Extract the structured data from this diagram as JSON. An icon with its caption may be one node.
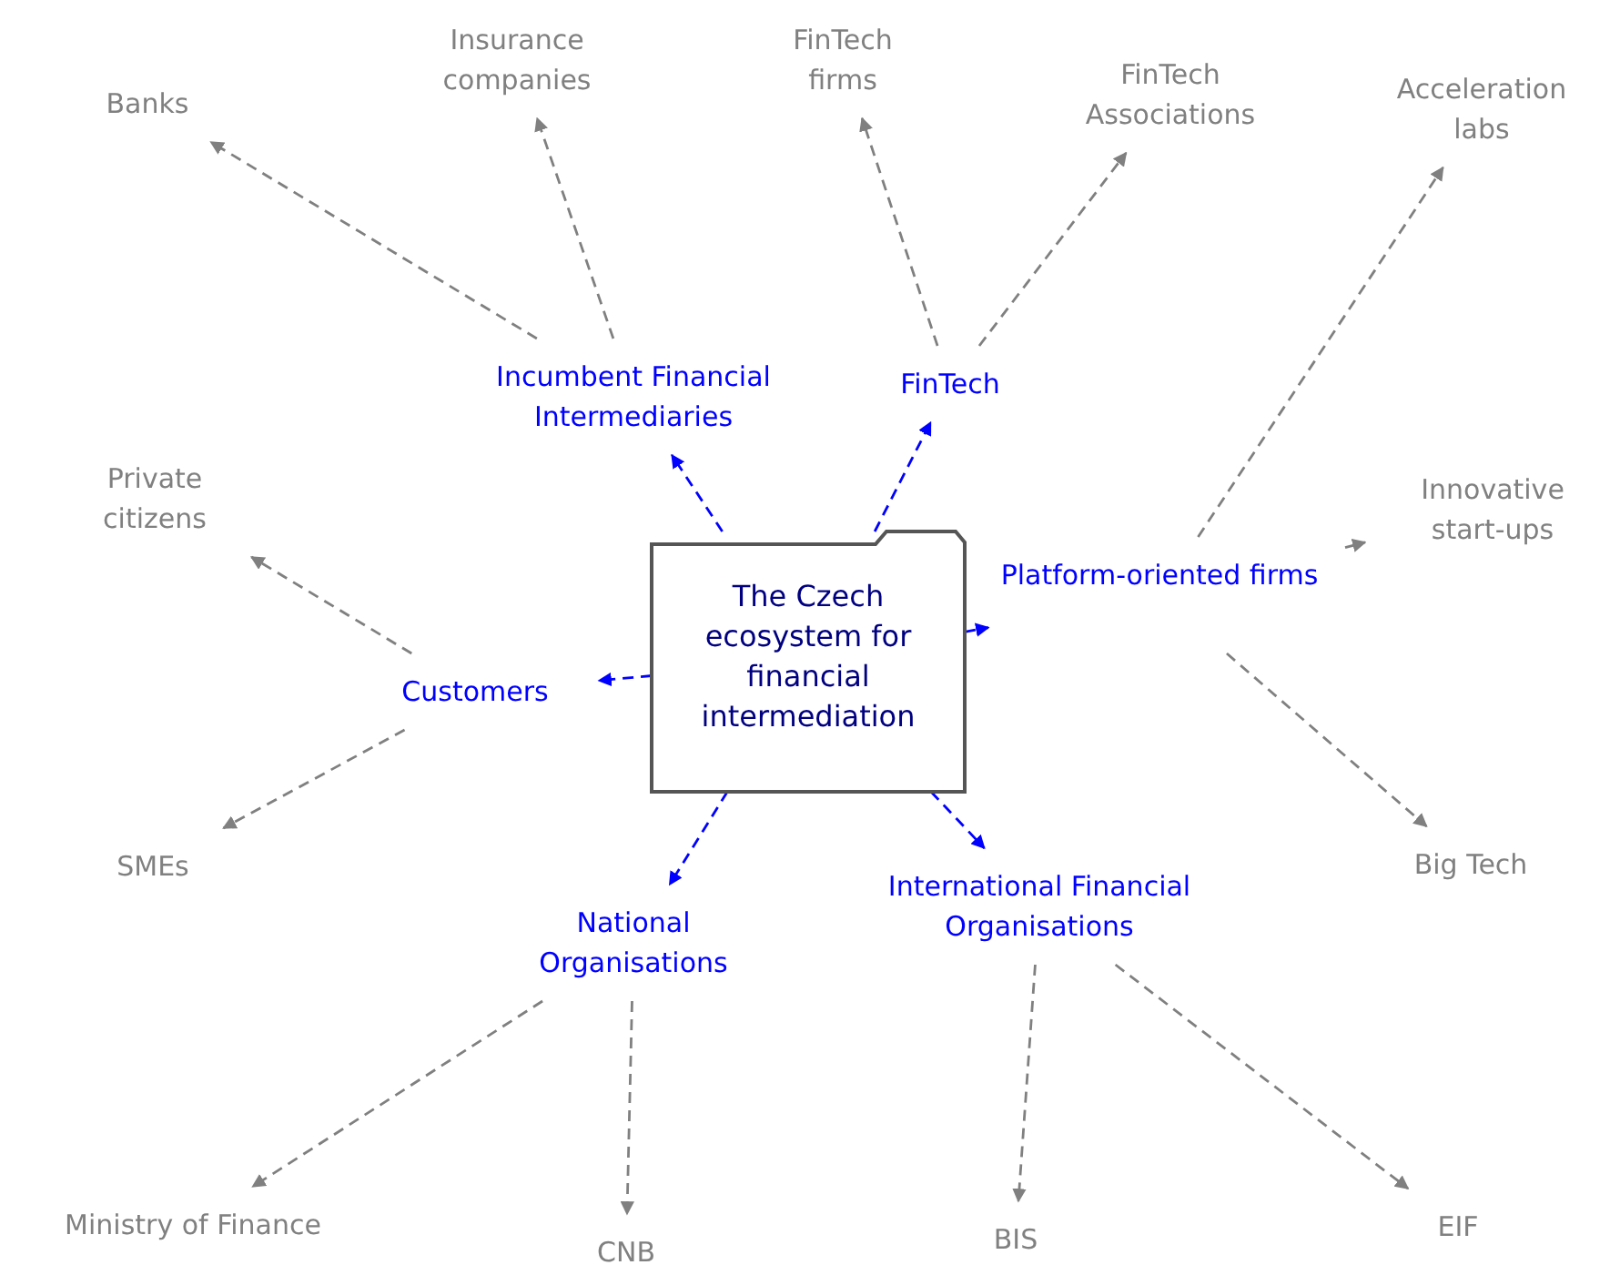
{
  "diagram": {
    "nodes": [
      {
        "text": [
          "The Czech ecosystem for financial intermediation"
        ]
      },
      {
        "text": [
          "Incumbent Financial Intermediaries"
        ]
      },
      {
        "text": [
          "FinTech"
        ]
      },
      {
        "text": [
          "Platform-oriented firms"
        ]
      },
      {
        "text": [
          "Customers"
        ]
      },
      {
        "text": [
          "National Organisations"
        ]
      },
      {
        "text": [
          "International Financial Organisations"
        ]
      },
      {
        "text": [
          "Banks"
        ]
      },
      {
        "text": [
          "Insurance companies"
        ]
      },
      {
        "text": [
          "FinTech firms"
        ]
      },
      {
        "text": [
          "FinTech Associations"
        ]
      },
      {
        "text": [
          "Acceleration labs"
        ]
      },
      {
        "text": [
          "Private citizens"
        ]
      },
      {
        "text": [
          "Innovative start-ups"
        ]
      },
      {
        "text": [
          "SMEs"
        ]
      },
      {
        "text": [
          "Big Tech"
        ]
      },
      {
        "text": [
          "Ministry of Finance"
        ]
      },
      {
        "text": [
          "CNB"
        ]
      },
      {
        "text": [
          "BIS"
        ]
      },
      {
        "text": [
          "EIF"
        ]
      }
    ],
    "edges": [
      {
        "from": 0,
        "to": 1,
        "arrow": "to",
        "color": "#0000ff"
      },
      {
        "from": 0,
        "to": 2,
        "arrow": "to",
        "color": "#0000ff"
      },
      {
        "from": 0,
        "to": 3,
        "arrow": "to",
        "color": "#0000ff"
      },
      {
        "from": 0,
        "to": 4,
        "arrow": "to",
        "color": "#0000ff"
      },
      {
        "from": 0,
        "to": 5,
        "arrow": "to",
        "color": "#0000ff"
      },
      {
        "from": 0,
        "to": 6,
        "arrow": "to",
        "color": "#0000ff"
      },
      {
        "from": 1,
        "to": 7,
        "arrow": "to"
      },
      {
        "from": 1,
        "to": 8,
        "arrow": "to"
      },
      {
        "from": 2,
        "to": 9,
        "arrow": "to"
      },
      {
        "from": 2,
        "to": 10,
        "arrow": "to"
      },
      {
        "from": 3,
        "to": 11,
        "arrow": "to"
      },
      {
        "from": 3,
        "to": 13,
        "arrow": "to"
      },
      {
        "from": 3,
        "to": 15,
        "arrow": "to"
      },
      {
        "from": 4,
        "to": 12,
        "arrow": "to"
      },
      {
        "from": 4,
        "to": 14,
        "arrow": "to"
      },
      {
        "from": 5,
        "to": 16,
        "arrow": "to"
      },
      {
        "from": 5,
        "to": 17,
        "arrow": "to"
      },
      {
        "from": 6,
        "to": 18,
        "arrow": "to"
      },
      {
        "from": 6,
        "to": 19,
        "arrow": "to"
      }
    ]
  }
}
